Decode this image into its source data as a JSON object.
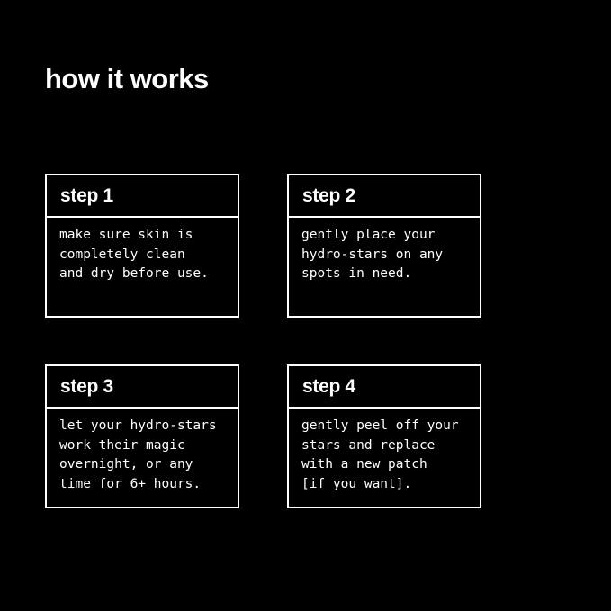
{
  "page": {
    "title": "how it works",
    "background_color": "#000000",
    "text_color": "#ffffff",
    "card_border_color": "#ffffff"
  },
  "steps": [
    {
      "label": "step 1",
      "body": "make sure skin is\ncompletely clean\nand dry before use."
    },
    {
      "label": "step 2",
      "body": "gently place your\nhydro-stars on any\nspots in need."
    },
    {
      "label": "step 3",
      "body": "let your hydro-stars\nwork their magic\novernight, or any\ntime for 6+ hours."
    },
    {
      "label": "step 4",
      "body": "gently peel off your\nstars and replace\nwith a new patch\n[if you want]."
    }
  ]
}
